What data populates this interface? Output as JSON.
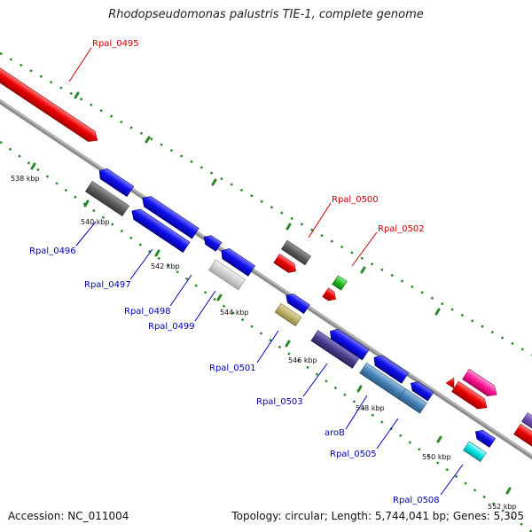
{
  "title": "Rhodopseudomonas palustris TIE-1, complete genome",
  "footer": {
    "accession": "Accession: NC_011004",
    "summary": "Topology: circular; Length: 5,744,041 bp; Genes: 5,305"
  },
  "colors": {
    "backbone": "#888888",
    "dots": "#2a8a2a",
    "forward_label": "#cc0000",
    "reverse_label": "#0000bb"
  },
  "ticks": [
    "538 kbp",
    "540 kbp",
    "542 kbp",
    "544 kbp",
    "546 kbp",
    "548 kbp",
    "550 kbp",
    "552 kbp"
  ],
  "labels": {
    "Rpal_0495": "Rpal_0495",
    "Rpal_0500": "Rpal_0500",
    "Rpal_0502": "Rpal_0502",
    "Rpal_0496": "Rpal_0496",
    "Rpal_0497": "Rpal_0497",
    "Rpal_0498": "Rpal_0498",
    "Rpal_0499": "Rpal_0499",
    "Rpal_0501": "Rpal_0501",
    "Rpal_0503": "Rpal_0503",
    "aroB": "aroB",
    "Rpal_0505": "Rpal_0505",
    "Rpal_0508": "Rpal_0508"
  }
}
